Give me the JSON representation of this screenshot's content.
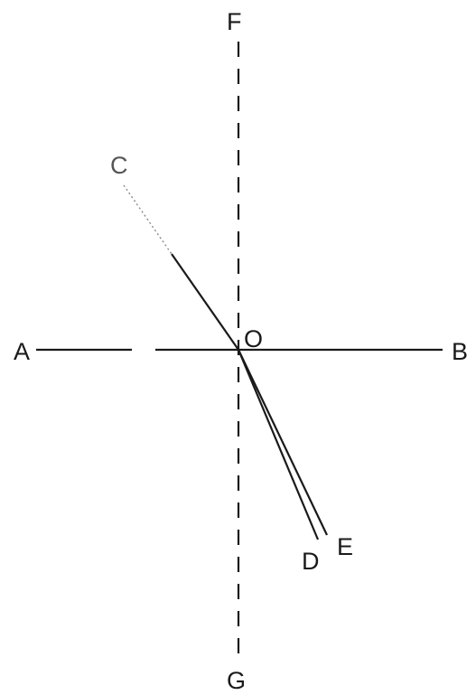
{
  "figure": {
    "labels": {
      "A": "A",
      "B": "B",
      "C": "C",
      "D": "D",
      "E": "E",
      "F": "F",
      "G": "G",
      "O": "O"
    }
  }
}
